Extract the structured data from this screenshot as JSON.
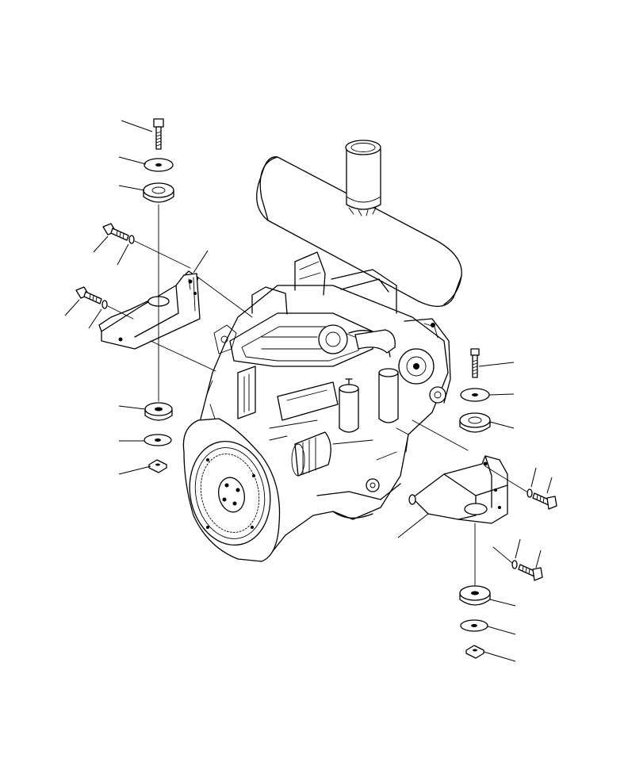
{
  "diagram": {
    "type": "exploded parts illustration",
    "subject": "engine mounting",
    "line_color": "#000000",
    "background": "#ffffff",
    "callout_count": 19
  }
}
